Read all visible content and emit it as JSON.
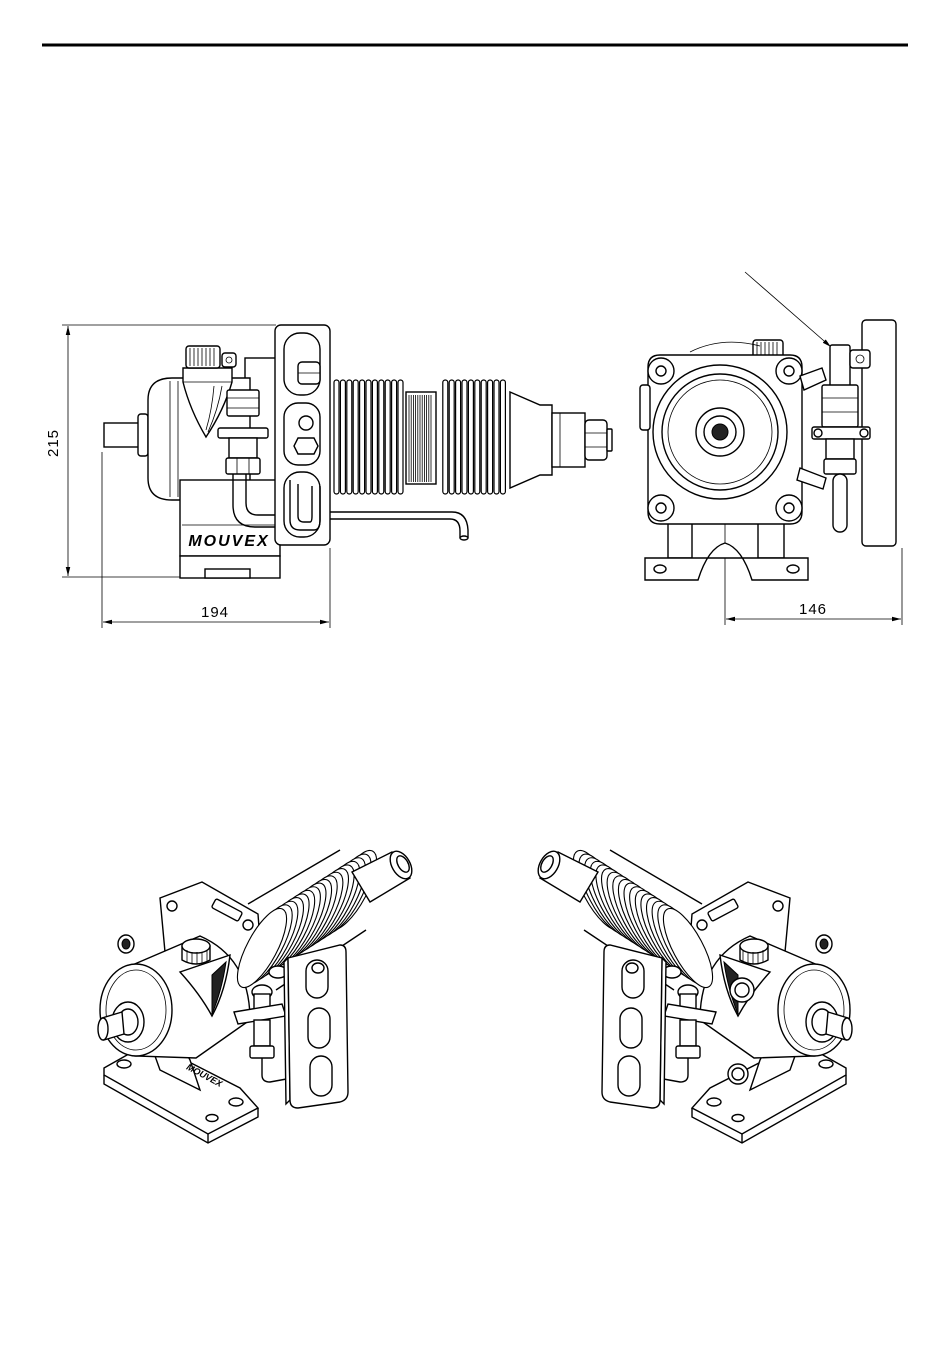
{
  "drawing": {
    "dimensions": {
      "overall_height": "215",
      "side_view_width": "194",
      "front_view_width": "146"
    },
    "logo_text": {
      "side_view": "MOUVEX",
      "isometric_left": "MOUVEX"
    }
  },
  "colors": {
    "line": "#000000",
    "background": "#ffffff"
  }
}
